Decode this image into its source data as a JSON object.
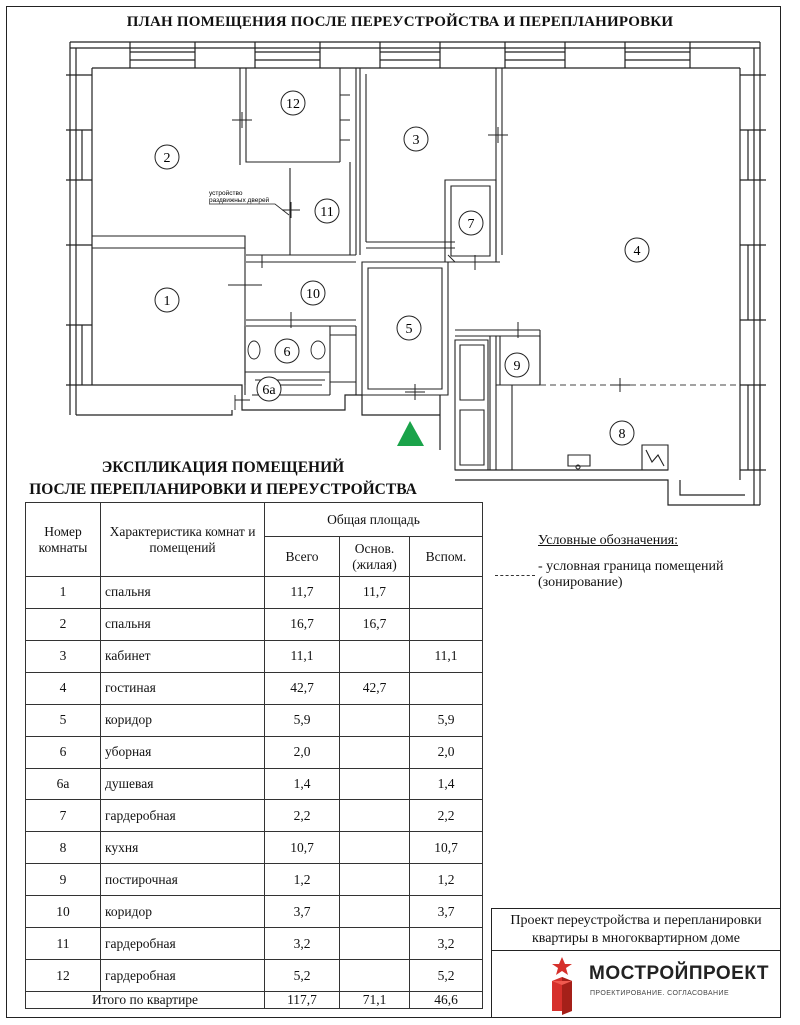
{
  "plan_title": "ПЛАН ПОМЕЩЕНИЯ ПОСЛЕ ПЕРЕУСТРОЙСТВА И ПЕРЕПЛАНИРОВКИ",
  "plan_note": [
    "устройство",
    "раздвижных дверей"
  ],
  "room_labels": [
    "1",
    "2",
    "3",
    "4",
    "5",
    "6",
    "6а",
    "7",
    "8",
    "9",
    "10",
    "11",
    "12"
  ],
  "explication": {
    "title_line1": "ЭКСПЛИКАЦИЯ ПОМЕЩЕНИЙ",
    "title_line2": "ПОСЛЕ ПЕРЕПЛАНИРОВКИ И ПЕРЕУСТРОЙСТВА",
    "headers": {
      "room_no": "Номер комнаты",
      "characteristic": "Характеристика комнат и помещений",
      "total_area": "Общая площадь",
      "all": "Всего",
      "main": "Основ. (жилая)",
      "aux": "Вспом."
    },
    "rows": [
      {
        "no": "1",
        "name": "спальня",
        "all": "11,7",
        "main": "11,7",
        "aux": ""
      },
      {
        "no": "2",
        "name": "спальня",
        "all": "16,7",
        "main": "16,7",
        "aux": ""
      },
      {
        "no": "3",
        "name": "кабинет",
        "all": "11,1",
        "main": "",
        "aux": "11,1"
      },
      {
        "no": "4",
        "name": "гостиная",
        "all": "42,7",
        "main": "42,7",
        "aux": ""
      },
      {
        "no": "5",
        "name": "коридор",
        "all": "5,9",
        "main": "",
        "aux": "5,9"
      },
      {
        "no": "6",
        "name": "уборная",
        "all": "2,0",
        "main": "",
        "aux": "2,0"
      },
      {
        "no": "6а",
        "name": "душевая",
        "all": "1,4",
        "main": "",
        "aux": "1,4"
      },
      {
        "no": "7",
        "name": "гардеробная",
        "all": "2,2",
        "main": "",
        "aux": "2,2"
      },
      {
        "no": "8",
        "name": "кухня",
        "all": "10,7",
        "main": "",
        "aux": "10,7"
      },
      {
        "no": "9",
        "name": "постирочная",
        "all": "1,2",
        "main": "",
        "aux": "1,2"
      },
      {
        "no": "10",
        "name": "коридор",
        "all": "3,7",
        "main": "",
        "aux": "3,7"
      },
      {
        "no": "11",
        "name": "гардеробная",
        "all": "3,2",
        "main": "",
        "aux": "3,2"
      },
      {
        "no": "12",
        "name": "гардеробная",
        "all": "5,2",
        "main": "",
        "aux": "5,2"
      }
    ],
    "total": {
      "label": "Итого по квартире",
      "all": "117,7",
      "main": "71,1",
      "aux": "46,6"
    }
  },
  "legend": {
    "title": "Условные обозначения:",
    "item_line1": "- условная граница помещений",
    "item_line2": "(зонирование)"
  },
  "stamp": {
    "project_line1": "Проект переустройства и перепланировки",
    "project_line2": "квартиры в многоквартирном доме",
    "brand": "МОСТРОЙПРОЕКТ",
    "tagline": "ПРОЕКТИРОВАНИЕ. СОГЛАСОВАНИЕ"
  },
  "colors": {
    "entrance_marker": "#1aa34a",
    "logo_red": "#d6302b",
    "wall": "#222222"
  }
}
